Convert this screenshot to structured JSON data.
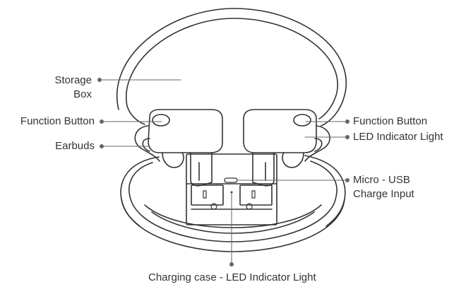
{
  "labels": {
    "storage_box_line1": "Storage",
    "storage_box_line2": "Box",
    "function_button_left": "Function Button",
    "earbuds": "Earbuds",
    "function_button_right": "Function Button",
    "led_indicator_light": "LED Indicator Light",
    "micro_usb_line1": "Micro - USB",
    "micro_usb_line2": "Charge Input",
    "charging_case_led": "Charging case - LED Indicator Light"
  },
  "colors": {
    "ink": "#333333",
    "leader": "#666666",
    "background": "#ffffff"
  }
}
